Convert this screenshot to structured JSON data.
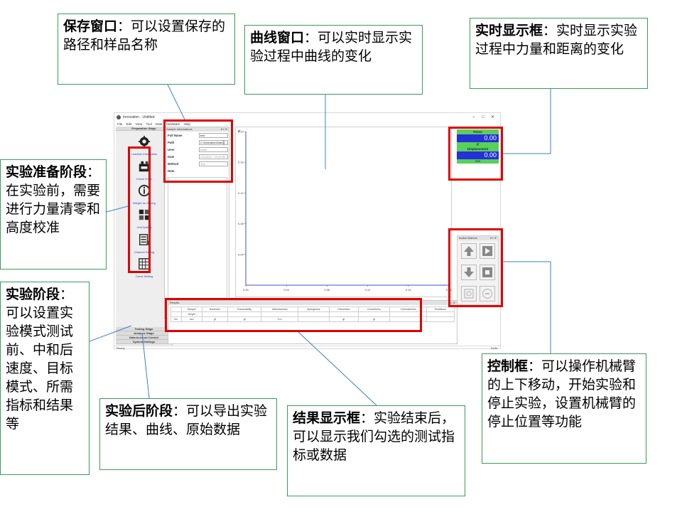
{
  "app": {
    "title": "Innovation - Untitled",
    "menus": [
      "File",
      "Edit",
      "View",
      "Tool",
      "Data",
      "Hardware",
      "Help"
    ],
    "window_controls": [
      "–",
      "□",
      "✕"
    ],
    "status_left": "Ready",
    "status_right": "NUM"
  },
  "left_panel": {
    "header": "Preparation Stage",
    "tools": [
      {
        "label": "Load/unl Information",
        "icon": "gear-icon"
      },
      {
        "label": "Check Force",
        "icon": "weight-icon"
      },
      {
        "label": "Weight for Setting",
        "icon": "info-icon"
      },
      {
        "label": "Unit Setting",
        "icon": "unit-icon"
      },
      {
        "label": "Channel Setting",
        "icon": "list-icon"
      },
      {
        "label": "Curve Setting",
        "icon": "grid-icon"
      }
    ],
    "bottom_stages": [
      "Testing Stage",
      "Analysis Stage",
      "Data Account Control",
      "System Settings"
    ]
  },
  "sample_panel": {
    "caption": "Sample Informations",
    "pin": "▾ ▪ ✕",
    "fields": [
      {
        "label": "Full Name",
        "value": "test"
      },
      {
        "label": "Path",
        "value": "C:\\Innovation\\Data"
      },
      {
        "label": "User",
        "value": "tester"
      },
      {
        "label": "Date",
        "value": "2/14/2017 - 09:40:55"
      },
      {
        "label": "Method",
        "value": "Tool"
      },
      {
        "label": "Note",
        "value": ""
      }
    ]
  },
  "chart": {
    "y_label": "gf",
    "y_ticks": [
      "0.20",
      "0.16",
      "0.12",
      "0.08",
      "0.04"
    ],
    "x_ticks": [
      "0.00",
      "0.04",
      "0.08",
      "0.12",
      "0.16",
      "0.20"
    ]
  },
  "chart_data": {
    "type": "line",
    "title": "",
    "xlabel": "",
    "ylabel": "gf",
    "xlim": [
      0,
      0.2
    ],
    "ylim": [
      0,
      0.2
    ],
    "series": []
  },
  "realtime": {
    "force_label": "Force",
    "force_value": "0.00",
    "force_unit": "gf",
    "disp_label": "Displacement",
    "disp_value": "0.00",
    "disp_unit": "mm"
  },
  "action": {
    "caption": "Action Buttons",
    "pin": "▾ ▪ ✕",
    "buttons": [
      "up",
      "start",
      "down",
      "stop",
      "set-position",
      "zero"
    ]
  },
  "results": {
    "caption": "Results",
    "columns": [
      "Sample",
      "Hardness",
      "Fracturability",
      "Adhesiveness",
      "Springiness",
      "Chewiness",
      "Gumminess",
      "Cohesiveness",
      "Resilience"
    ],
    "row2": [
      "Height",
      "",
      "",
      "",
      "",
      "",
      "",
      "",
      ""
    ],
    "row3": [
      "No.",
      "mm",
      "gf",
      "gf",
      "N·s",
      "",
      "gf",
      "gf",
      "",
      ""
    ]
  },
  "callouts": {
    "save": {
      "title": "保存窗口",
      "desc": "：可以设置保存的路径和样品名称"
    },
    "curve": {
      "title": "曲线窗口",
      "desc": "：可以实时显示实验过程中曲线的变化"
    },
    "realtime": {
      "title": "实时显示框",
      "desc": "：实时显示实验过程中力量和距离的变化"
    },
    "prep": {
      "title": "实验准备阶段",
      "desc": "：在实验前，需要进行力量清零和高度校准"
    },
    "test": {
      "title": "实验阶段",
      "desc": "：可以设置实验模式测试前、中和后速度、目标模式、所需指标和结果等"
    },
    "post": {
      "title": "实验后阶段",
      "desc": "：可以导出实验结果、曲线、原始数据"
    },
    "result": {
      "title": "结果显示框",
      "desc": "：实验结束后，可以显示我们勾选的测试指标或数据"
    },
    "control": {
      "title": "控制框",
      "desc": "：可以操作机械臂的上下移动，开始实验和停止实验，设置机械臂的停止位置等功能"
    }
  }
}
